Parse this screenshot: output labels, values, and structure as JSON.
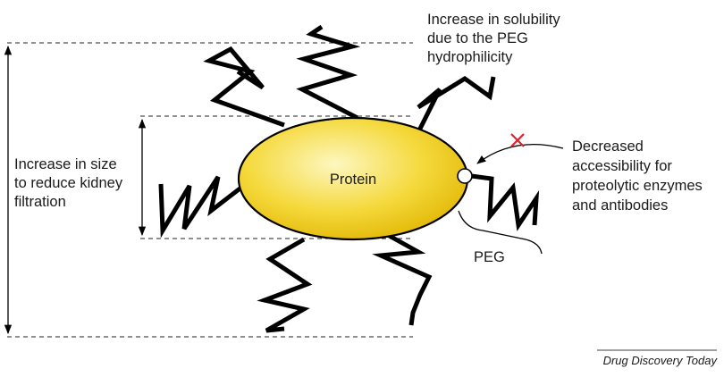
{
  "labels": {
    "protein": "Protein",
    "peg": "PEG",
    "size_line1": "Increase in size",
    "size_line2": "to reduce kidney",
    "size_line3": "filtration",
    "solubility_line1": "Increase in solubility",
    "solubility_line2": "due to the PEG",
    "solubility_line3": "hydrophilicity",
    "access_line1": "Decreased",
    "access_line2": "accessibility for",
    "access_line3": "proteolytic enzymes",
    "access_line4": "and antibodies"
  },
  "credit": "Drug Discovery Today",
  "colors": {
    "protein_fill_light": "#fdf7c0",
    "protein_fill_mid": "#f5d93c",
    "protein_fill_dark": "#e0b400",
    "blocked_mark": "#e0202a",
    "chain": "#000000"
  }
}
